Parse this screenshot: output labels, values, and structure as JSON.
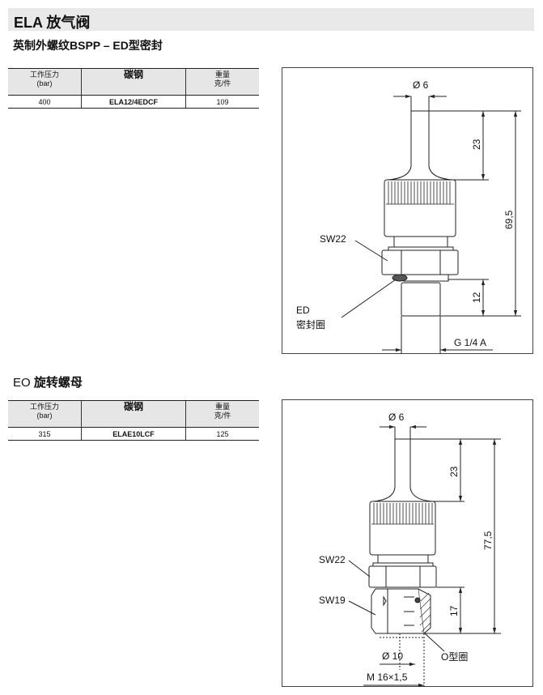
{
  "header": {
    "title": "ELA 放气阀"
  },
  "section1": {
    "subtitle": "英制外螺纹BSPP – ED型密封",
    "table": {
      "headers": {
        "pressure": "工作压力",
        "pressure_unit": "(bar)",
        "material": "碳钢",
        "weight": "重量",
        "weight_unit": "克/件"
      },
      "rows": [
        {
          "pressure": "400",
          "code": "ELA12/4EDCF",
          "weight": "109"
        }
      ]
    },
    "drawing": {
      "dia": "Ø 6",
      "d23": "23",
      "total": "69,5",
      "d12": "12",
      "sw": "SW22",
      "seal1": "ED",
      "seal2": "密封圈",
      "thread": "G 1/4 A"
    }
  },
  "section2": {
    "title_prefix": "EO",
    "title": "旋转螺母",
    "table": {
      "headers": {
        "pressure": "工作压力",
        "pressure_unit": "(bar)",
        "material": "碳钢",
        "weight": "重量",
        "weight_unit": "克/件"
      },
      "rows": [
        {
          "pressure": "315",
          "code": "ELAE10LCF",
          "weight": "125"
        }
      ]
    },
    "drawing": {
      "dia": "Ø 6",
      "d23": "23",
      "total": "77,5",
      "d17": "17",
      "sw22": "SW22",
      "sw19": "SW19",
      "oring": "O型圈",
      "dia10": "Ø 10",
      "thread": "M 16×1,5"
    }
  }
}
